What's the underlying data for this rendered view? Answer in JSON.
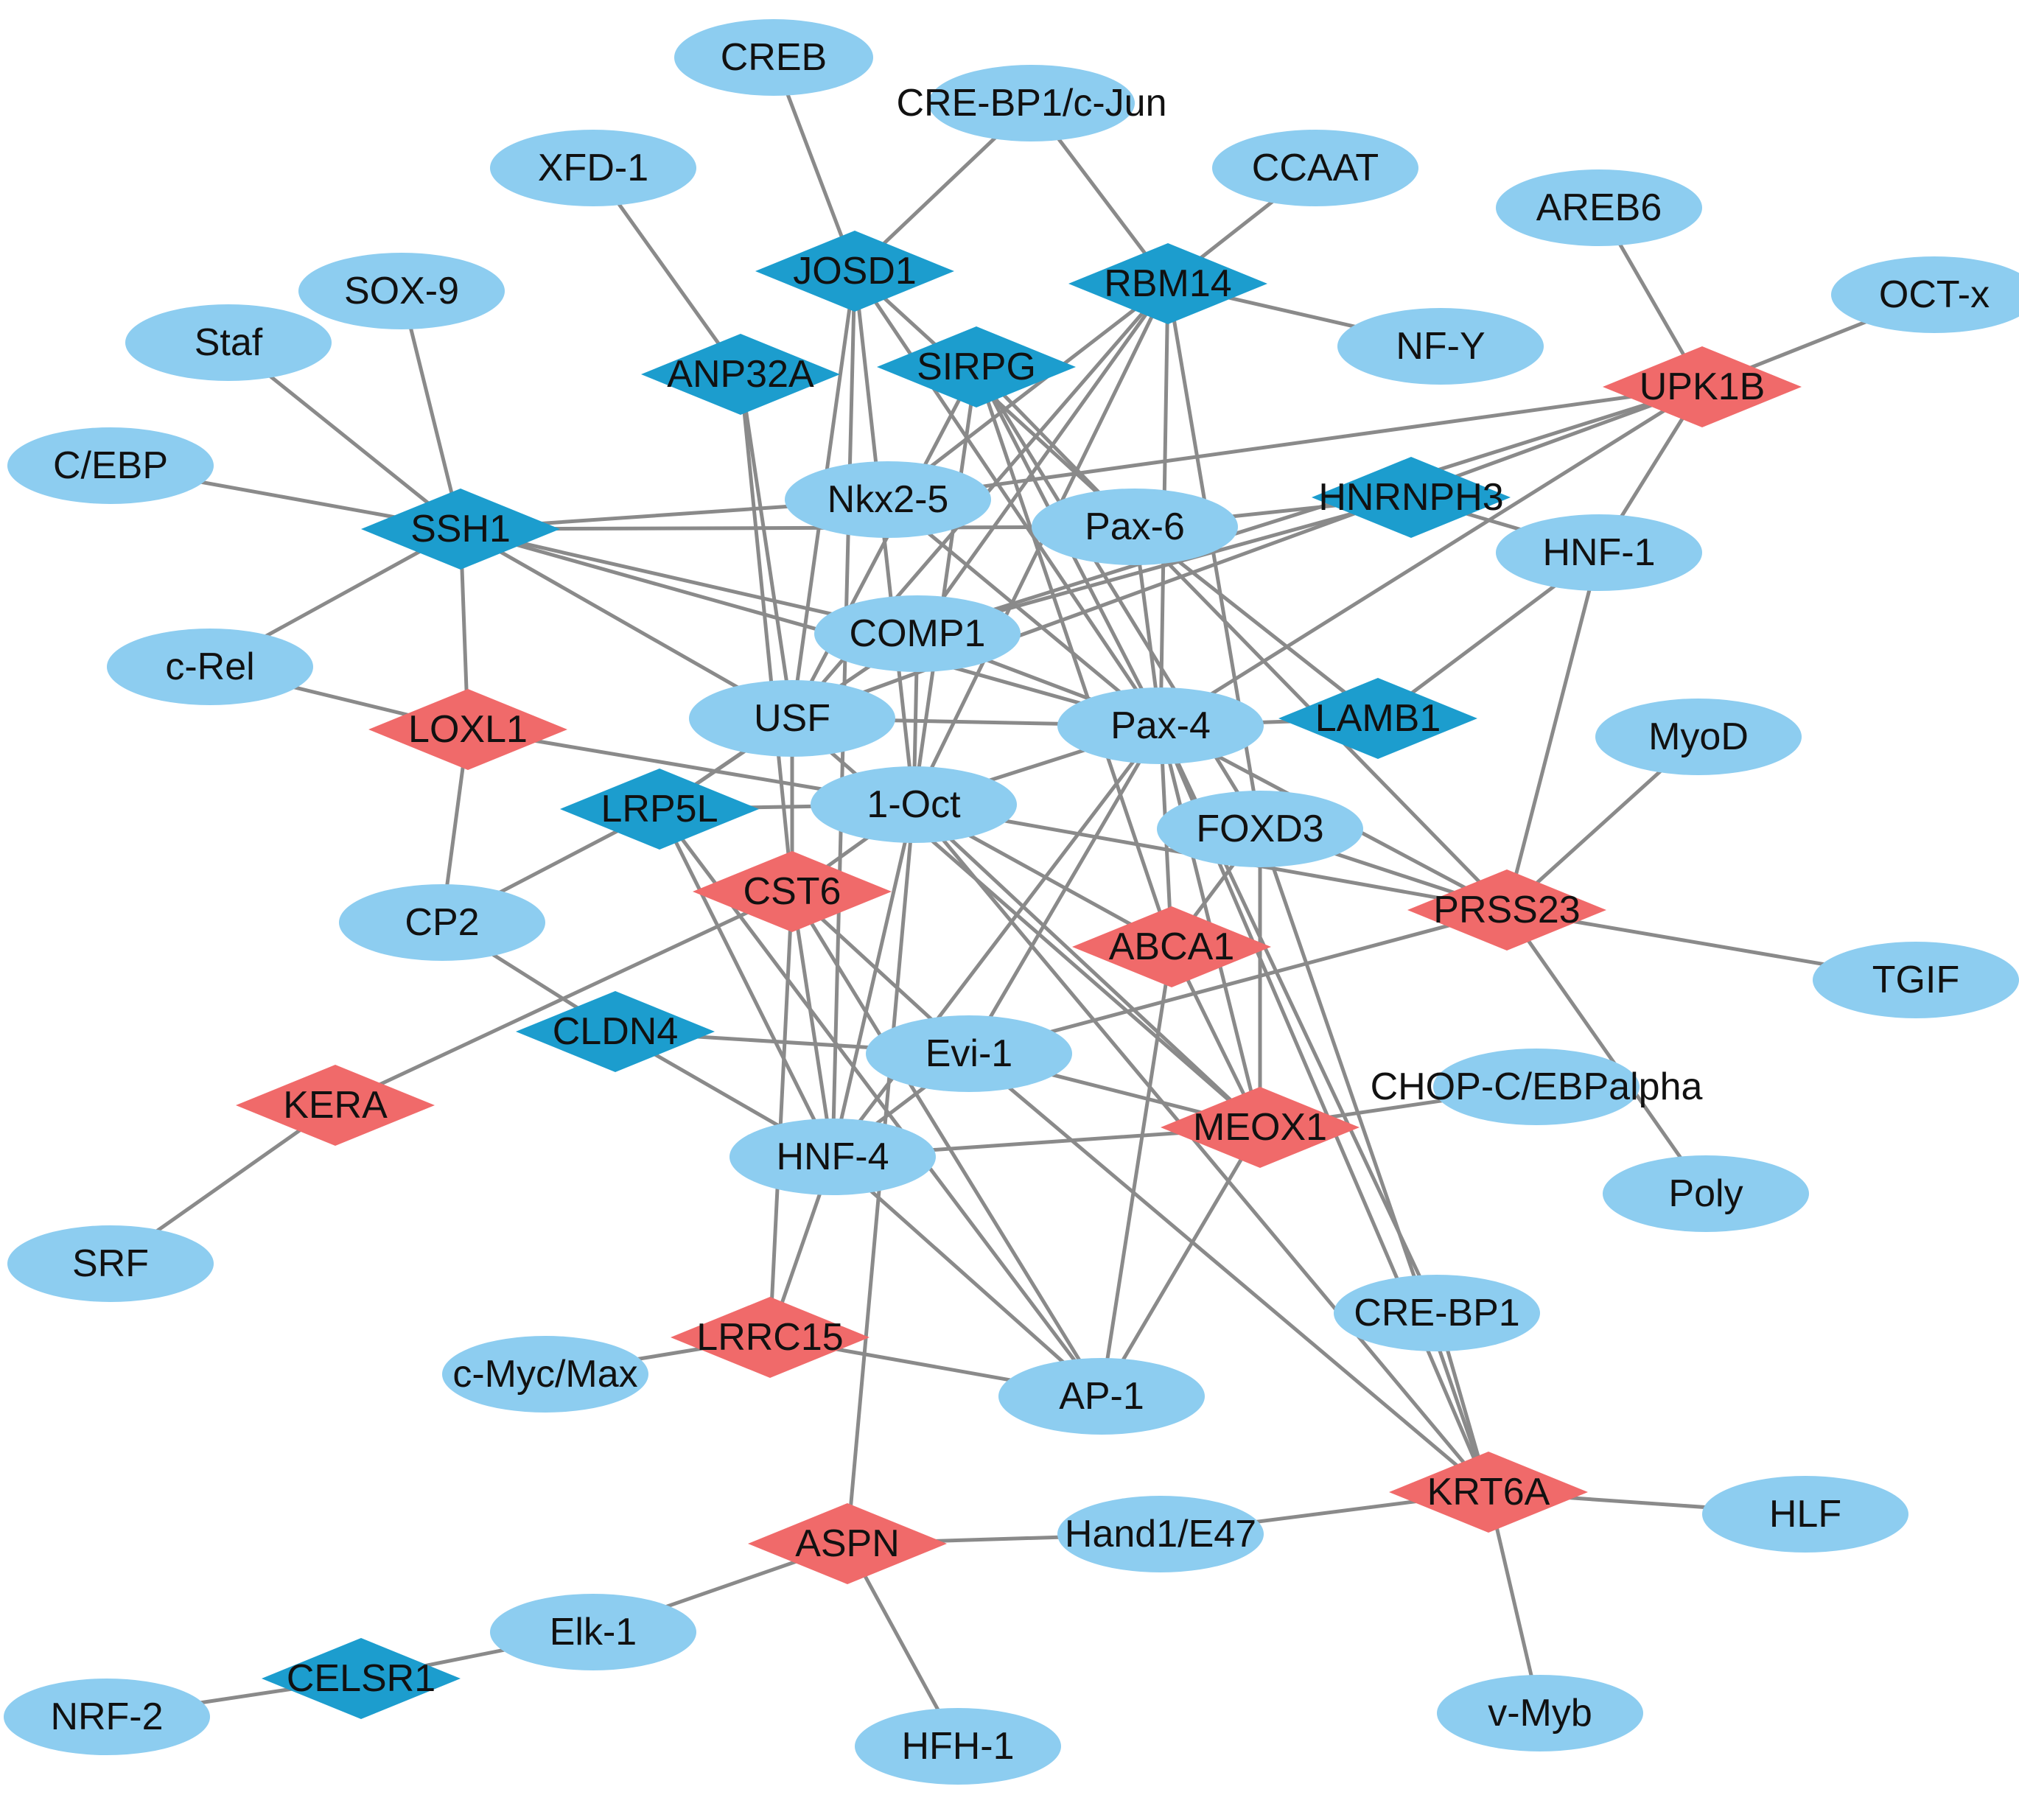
{
  "colors": {
    "tf": "#8dcdf0",
    "gene_up": "#f06a6a",
    "gene_down": "#1c9dce",
    "edge": "#8a8a8a"
  },
  "nodes": [
    {
      "id": "creb",
      "label": "CREB",
      "shape": "ellipse",
      "kind": "tf"
    },
    {
      "id": "crebp1cjun",
      "label": "CRE-BP1/c-Jun",
      "shape": "ellipse",
      "kind": "tf"
    },
    {
      "id": "xfd1",
      "label": "XFD-1",
      "shape": "ellipse",
      "kind": "tf"
    },
    {
      "id": "ccaat",
      "label": "CCAAT",
      "shape": "ellipse",
      "kind": "tf"
    },
    {
      "id": "areb6",
      "label": "AREB6",
      "shape": "ellipse",
      "kind": "tf"
    },
    {
      "id": "octx",
      "label": "OCT-x",
      "shape": "ellipse",
      "kind": "tf"
    },
    {
      "id": "sox9",
      "label": "SOX-9",
      "shape": "ellipse",
      "kind": "tf"
    },
    {
      "id": "staf",
      "label": "Staf",
      "shape": "ellipse",
      "kind": "tf"
    },
    {
      "id": "nfy",
      "label": "NF-Y",
      "shape": "ellipse",
      "kind": "tf"
    },
    {
      "id": "cebp",
      "label": "C/EBP",
      "shape": "ellipse",
      "kind": "tf"
    },
    {
      "id": "nkx25",
      "label": "Nkx2-5",
      "shape": "ellipse",
      "kind": "tf"
    },
    {
      "id": "pax6",
      "label": "Pax-6",
      "shape": "ellipse",
      "kind": "tf"
    },
    {
      "id": "hnf1",
      "label": "HNF-1",
      "shape": "ellipse",
      "kind": "tf"
    },
    {
      "id": "comp1",
      "label": "COMP1",
      "shape": "ellipse",
      "kind": "tf"
    },
    {
      "id": "crel",
      "label": "c-Rel",
      "shape": "ellipse",
      "kind": "tf"
    },
    {
      "id": "usf",
      "label": "USF",
      "shape": "ellipse",
      "kind": "tf"
    },
    {
      "id": "pax4",
      "label": "Pax-4",
      "shape": "ellipse",
      "kind": "tf"
    },
    {
      "id": "myod",
      "label": "MyoD",
      "shape": "ellipse",
      "kind": "tf"
    },
    {
      "id": "oct1",
      "label": "1-Oct",
      "shape": "ellipse",
      "kind": "tf"
    },
    {
      "id": "foxd3",
      "label": "FOXD3",
      "shape": "ellipse",
      "kind": "tf"
    },
    {
      "id": "cp2",
      "label": "CP2",
      "shape": "ellipse",
      "kind": "tf"
    },
    {
      "id": "tgif",
      "label": "TGIF",
      "shape": "ellipse",
      "kind": "tf"
    },
    {
      "id": "evi1",
      "label": "Evi-1",
      "shape": "ellipse",
      "kind": "tf"
    },
    {
      "id": "chop",
      "label": "CHOP-C/EBPalpha",
      "shape": "ellipse",
      "kind": "tf"
    },
    {
      "id": "hnf4",
      "label": "HNF-4",
      "shape": "ellipse",
      "kind": "tf"
    },
    {
      "id": "poly",
      "label": "Poly",
      "shape": "ellipse",
      "kind": "tf"
    },
    {
      "id": "srf",
      "label": "SRF",
      "shape": "ellipse",
      "kind": "tf"
    },
    {
      "id": "crebp1",
      "label": "CRE-BP1",
      "shape": "ellipse",
      "kind": "tf"
    },
    {
      "id": "cmycmax",
      "label": "c-Myc/Max",
      "shape": "ellipse",
      "kind": "tf"
    },
    {
      "id": "ap1",
      "label": "AP-1",
      "shape": "ellipse",
      "kind": "tf"
    },
    {
      "id": "hand1",
      "label": "Hand1/E47",
      "shape": "ellipse",
      "kind": "tf"
    },
    {
      "id": "hlf",
      "label": "HLF",
      "shape": "ellipse",
      "kind": "tf"
    },
    {
      "id": "elk1",
      "label": "Elk-1",
      "shape": "ellipse",
      "kind": "tf"
    },
    {
      "id": "nrf2",
      "label": "NRF-2",
      "shape": "ellipse",
      "kind": "tf"
    },
    {
      "id": "hfh1",
      "label": "HFH-1",
      "shape": "ellipse",
      "kind": "tf"
    },
    {
      "id": "vmyb",
      "label": "v-Myb",
      "shape": "ellipse",
      "kind": "tf"
    },
    {
      "id": "josd1",
      "label": "JOSD1",
      "shape": "diamond",
      "kind": "gene_down"
    },
    {
      "id": "rbm14",
      "label": "RBM14",
      "shape": "diamond",
      "kind": "gene_down"
    },
    {
      "id": "anp32a",
      "label": "ANP32A",
      "shape": "diamond",
      "kind": "gene_down"
    },
    {
      "id": "sirpg",
      "label": "SIRPG",
      "shape": "diamond",
      "kind": "gene_down"
    },
    {
      "id": "ssh1",
      "label": "SSH1",
      "shape": "diamond",
      "kind": "gene_down"
    },
    {
      "id": "hnrnph3",
      "label": "HNRNPH3",
      "shape": "diamond",
      "kind": "gene_down"
    },
    {
      "id": "lamb1",
      "label": "LAMB1",
      "shape": "diamond",
      "kind": "gene_down"
    },
    {
      "id": "lrp5l",
      "label": "LRP5L",
      "shape": "diamond",
      "kind": "gene_down"
    },
    {
      "id": "cldn4",
      "label": "CLDN4",
      "shape": "diamond",
      "kind": "gene_down"
    },
    {
      "id": "celsr1",
      "label": "CELSR1",
      "shape": "diamond",
      "kind": "gene_down"
    },
    {
      "id": "upk1b",
      "label": "UPK1B",
      "shape": "diamond",
      "kind": "gene_up"
    },
    {
      "id": "loxl1",
      "label": "LOXL1",
      "shape": "diamond",
      "kind": "gene_up"
    },
    {
      "id": "cst6",
      "label": "CST6",
      "shape": "diamond",
      "kind": "gene_up"
    },
    {
      "id": "prss23",
      "label": "PRSS23",
      "shape": "diamond",
      "kind": "gene_up"
    },
    {
      "id": "abca1",
      "label": "ABCA1",
      "shape": "diamond",
      "kind": "gene_up"
    },
    {
      "id": "kera",
      "label": "KERA",
      "shape": "diamond",
      "kind": "gene_up"
    },
    {
      "id": "meox1",
      "label": "MEOX1",
      "shape": "diamond",
      "kind": "gene_up"
    },
    {
      "id": "lrrc15",
      "label": "LRRC15",
      "shape": "diamond",
      "kind": "gene_up"
    },
    {
      "id": "krt6a",
      "label": "KRT6A",
      "shape": "diamond",
      "kind": "gene_up"
    },
    {
      "id": "aspn",
      "label": "ASPN",
      "shape": "diamond",
      "kind": "gene_up"
    }
  ],
  "edges": [
    [
      "creb",
      "josd1"
    ],
    [
      "crebp1cjun",
      "josd1"
    ],
    [
      "crebp1cjun",
      "rbm14"
    ],
    [
      "ccaat",
      "rbm14"
    ],
    [
      "nfy",
      "rbm14"
    ],
    [
      "xfd1",
      "anp32a"
    ],
    [
      "areb6",
      "upk1b"
    ],
    [
      "octx",
      "upk1b"
    ],
    [
      "sox9",
      "ssh1"
    ],
    [
      "staf",
      "ssh1"
    ],
    [
      "cebp",
      "ssh1"
    ],
    [
      "crel",
      "ssh1"
    ],
    [
      "ssh1",
      "nkx25"
    ],
    [
      "ssh1",
      "pax6"
    ],
    [
      "ssh1",
      "comp1"
    ],
    [
      "ssh1",
      "usf"
    ],
    [
      "ssh1",
      "pax4"
    ],
    [
      "ssh1",
      "loxl1"
    ],
    [
      "crel",
      "loxl1"
    ],
    [
      "loxl1",
      "oct1"
    ],
    [
      "loxl1",
      "cp2"
    ],
    [
      "josd1",
      "usf"
    ],
    [
      "josd1",
      "oct1"
    ],
    [
      "josd1",
      "pax4"
    ],
    [
      "josd1",
      "pax6"
    ],
    [
      "josd1",
      "hnf4"
    ],
    [
      "rbm14",
      "nkx25"
    ],
    [
      "rbm14",
      "comp1"
    ],
    [
      "rbm14",
      "pax4"
    ],
    [
      "rbm14",
      "oct1"
    ],
    [
      "rbm14",
      "foxd3"
    ],
    [
      "rbm14",
      "usf"
    ],
    [
      "anp32a",
      "usf"
    ],
    [
      "anp32a",
      "cst6"
    ],
    [
      "sirpg",
      "pax4"
    ],
    [
      "sirpg",
      "usf"
    ],
    [
      "sirpg",
      "foxd3"
    ],
    [
      "sirpg",
      "oct1"
    ],
    [
      "sirpg",
      "abca1"
    ],
    [
      "sirpg",
      "prss23"
    ],
    [
      "upk1b",
      "nkx25"
    ],
    [
      "upk1b",
      "hnf1"
    ],
    [
      "upk1b",
      "pax4"
    ],
    [
      "upk1b",
      "comp1"
    ],
    [
      "upk1b",
      "usf"
    ],
    [
      "hnrnph3",
      "pax6"
    ],
    [
      "hnrnph3",
      "hnf1"
    ],
    [
      "hnrnph3",
      "comp1"
    ],
    [
      "pax6",
      "lamb1"
    ],
    [
      "lamb1",
      "hnf1"
    ],
    [
      "lamb1",
      "pax4"
    ],
    [
      "hnf1",
      "prss23"
    ],
    [
      "myod",
      "prss23"
    ],
    [
      "prss23",
      "tgif"
    ],
    [
      "prss23",
      "poly"
    ],
    [
      "prss23",
      "pax4"
    ],
    [
      "prss23",
      "foxd3"
    ],
    [
      "prss23",
      "oct1"
    ],
    [
      "prss23",
      "evi1"
    ],
    [
      "lrp5l",
      "oct1"
    ],
    [
      "lrp5l",
      "cp2"
    ],
    [
      "lrp5l",
      "hnf4"
    ],
    [
      "lrp5l",
      "comp1"
    ],
    [
      "lrp5l",
      "usf"
    ],
    [
      "lrp5l",
      "ap1"
    ],
    [
      "cst6",
      "kera"
    ],
    [
      "cst6",
      "usf"
    ],
    [
      "cst6",
      "oct1"
    ],
    [
      "cst6",
      "evi1"
    ],
    [
      "cst6",
      "hnf4"
    ],
    [
      "cst6",
      "lrrc15"
    ],
    [
      "cst6",
      "ap1"
    ],
    [
      "cp2",
      "cldn4"
    ],
    [
      "cldn4",
      "hnf4"
    ],
    [
      "cldn4",
      "evi1"
    ],
    [
      "kera",
      "srf"
    ],
    [
      "abca1",
      "pax4"
    ],
    [
      "abca1",
      "foxd3"
    ],
    [
      "abca1",
      "oct1"
    ],
    [
      "abca1",
      "ap1"
    ],
    [
      "abca1",
      "meox1"
    ],
    [
      "meox1",
      "oct1"
    ],
    [
      "meox1",
      "pax4"
    ],
    [
      "meox1",
      "foxd3"
    ],
    [
      "meox1",
      "hnf4"
    ],
    [
      "meox1",
      "evi1"
    ],
    [
      "meox1",
      "chop"
    ],
    [
      "meox1",
      "ap1"
    ],
    [
      "meox1",
      "usf"
    ],
    [
      "evi1",
      "hnf4"
    ],
    [
      "evi1",
      "pax4"
    ],
    [
      "evi1",
      "krt6a"
    ],
    [
      "hnf4",
      "oct1"
    ],
    [
      "hnf4",
      "pax4"
    ],
    [
      "hnf4",
      "ap1"
    ],
    [
      "hnf4",
      "lrrc15"
    ],
    [
      "lrrc15",
      "cmycmax"
    ],
    [
      "lrrc15",
      "ap1"
    ],
    [
      "krt6a",
      "crebp1"
    ],
    [
      "krt6a",
      "oct1"
    ],
    [
      "krt6a",
      "pax4"
    ],
    [
      "krt6a",
      "hand1"
    ],
    [
      "krt6a",
      "hlf"
    ],
    [
      "krt6a",
      "vmyb"
    ],
    [
      "krt6a",
      "foxd3"
    ],
    [
      "aspn",
      "hand1"
    ],
    [
      "aspn",
      "elk1"
    ],
    [
      "aspn",
      "hfh1"
    ],
    [
      "aspn",
      "oct1"
    ],
    [
      "crebp1",
      "pax4"
    ],
    [
      "elk1",
      "celsr1"
    ],
    [
      "celsr1",
      "nrf2"
    ],
    [
      "oct1",
      "pax4"
    ],
    [
      "oct1",
      "comp1"
    ],
    [
      "usf",
      "pax4"
    ],
    [
      "nkx25",
      "pax4"
    ],
    [
      "comp1",
      "pax4"
    ],
    [
      "pax6",
      "pax4"
    ]
  ]
}
